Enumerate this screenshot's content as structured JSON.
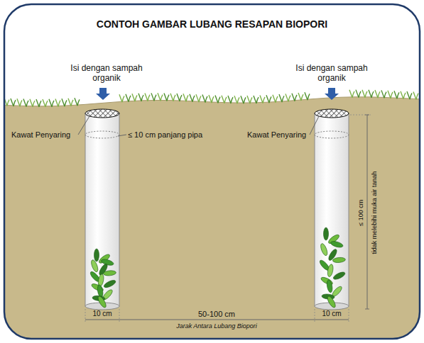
{
  "diagram": {
    "title": "CONTOH GAMBAR LUBANG RESAPAN BIOPORI",
    "labels": [
      "Isi dengan sampah organik",
      "Isi dengan sampah organik",
      "Kawat Penyaring",
      "≤ 10 cm panjang pipa",
      "Kawat Penyaring",
      "≤ 100 cm",
      "tidak melebihi muka air tanah",
      "10 cm",
      "50-100 cm",
      "10 cm",
      "Jarak Antara Lubang Biopori"
    ]
  }
}
